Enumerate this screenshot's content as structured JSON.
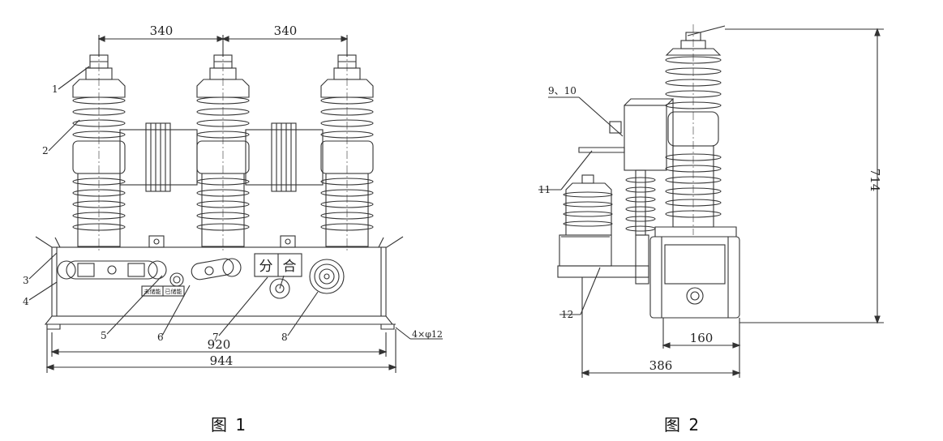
{
  "figure1": {
    "caption": "图 1",
    "dims": {
      "top_left": "340",
      "top_right": "340",
      "width_inner": "920",
      "width_outer": "944"
    },
    "callouts": [
      "1",
      "2",
      "3",
      "4",
      "5",
      "6",
      "7",
      "8"
    ],
    "hole_note": "4×φ12",
    "panel_labels": {
      "open": "分",
      "close": "合"
    },
    "small_labels": {
      "left": "未储能",
      "right": "已储能"
    }
  },
  "figure2": {
    "caption": "图 2",
    "dims": {
      "height": "714",
      "base_width": "160",
      "total_depth": "386"
    },
    "callouts": [
      "9、10",
      "11",
      "12"
    ]
  }
}
